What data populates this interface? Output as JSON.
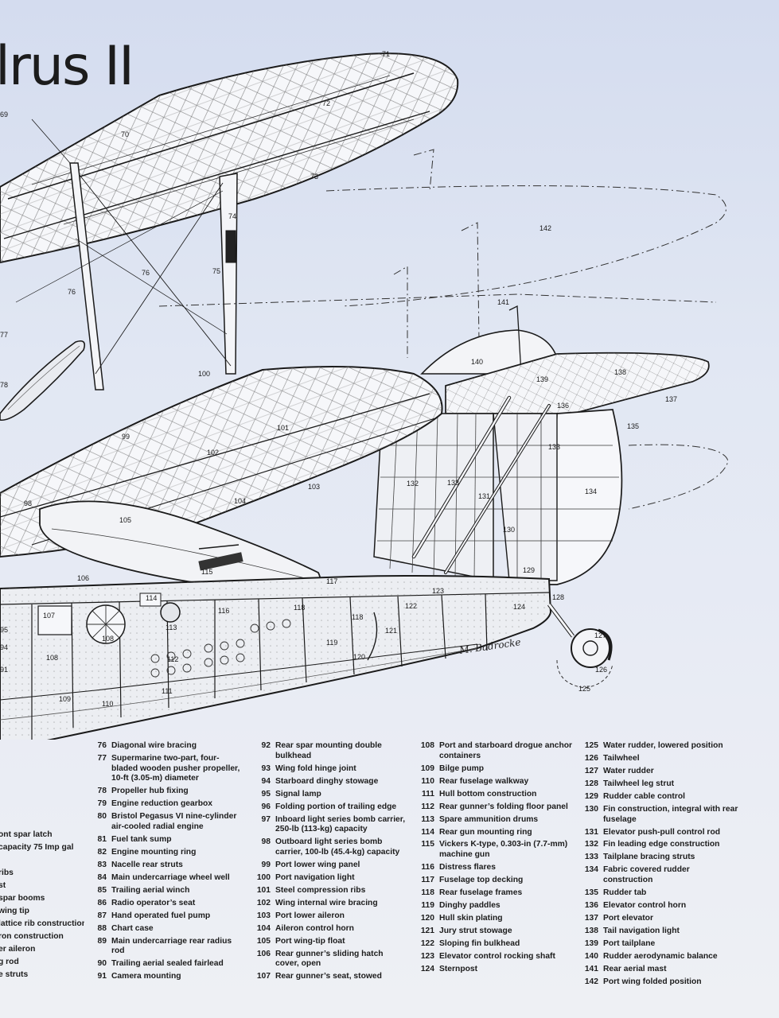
{
  "title": "lrus II",
  "artist_signature": "M. Badrocke",
  "callouts": [
    "69",
    "70",
    "71",
    "72",
    "73",
    "74",
    "75",
    "76",
    "76",
    "77",
    "78",
    "98",
    "99",
    "100",
    "101",
    "102",
    "103",
    "104",
    "105",
    "106",
    "107",
    "108",
    "108",
    "109",
    "110",
    "111",
    "112",
    "113",
    "114",
    "115",
    "116",
    "117",
    "118",
    "118",
    "119",
    "120",
    "121",
    "122",
    "123",
    "124",
    "125",
    "126",
    "127",
    "128",
    "129",
    "130",
    "131",
    "132",
    "133",
    "133",
    "134",
    "135",
    "136",
    "137",
    "138",
    "139",
    "140",
    "141",
    "142",
    "95",
    "94",
    "91"
  ],
  "key_partial": [
    {
      "label": "ont spar latch"
    },
    {
      "label": "capacity 75 Imp gal"
    },
    {
      "label": ""
    },
    {
      "label": "ribs"
    },
    {
      "label": "st"
    },
    {
      "label": "spar booms"
    },
    {
      "label": "wing tip"
    },
    {
      "label": "lattice rib construction"
    },
    {
      "label": "ron construction"
    },
    {
      "label": "er aileron"
    },
    {
      "label": "g rod"
    },
    {
      "label": "e struts"
    }
  ],
  "key_columns": [
    [
      {
        "num": "76",
        "label": "Diagonal wire bracing"
      },
      {
        "num": "77",
        "label": "Supermarine two-part, four-bladed wooden pusher propeller, 10-ft (3.05-m) diameter"
      },
      {
        "num": "78",
        "label": "Propeller hub fixing"
      },
      {
        "num": "79",
        "label": "Engine reduction gearbox"
      },
      {
        "num": "80",
        "label": "Bristol Pegasus VI nine-cylinder air-cooled radial engine"
      },
      {
        "num": "81",
        "label": "Fuel tank sump"
      },
      {
        "num": "82",
        "label": "Engine mounting ring"
      },
      {
        "num": "83",
        "label": "Nacelle rear struts"
      },
      {
        "num": "84",
        "label": "Main undercarriage wheel well"
      },
      {
        "num": "85",
        "label": "Trailing aerial winch"
      },
      {
        "num": "86",
        "label": "Radio operator’s seat"
      },
      {
        "num": "87",
        "label": "Hand operated fuel pump"
      },
      {
        "num": "88",
        "label": "Chart case"
      },
      {
        "num": "89",
        "label": "Main undercarriage rear radius rod"
      },
      {
        "num": "90",
        "label": "Trailing aerial sealed fairlead"
      },
      {
        "num": "91",
        "label": "Camera mounting"
      }
    ],
    [
      {
        "num": "92",
        "label": "Rear spar mounting double bulkhead"
      },
      {
        "num": "93",
        "label": "Wing fold hinge joint"
      },
      {
        "num": "94",
        "label": "Starboard dinghy stowage"
      },
      {
        "num": "95",
        "label": "Signal lamp"
      },
      {
        "num": "96",
        "label": "Folding portion of trailing edge"
      },
      {
        "num": "97",
        "label": "Inboard light series bomb carrier, 250-lb (113-kg) capacity"
      },
      {
        "num": "98",
        "label": "Outboard light series bomb carrier, 100-lb (45.4-kg) capacity"
      },
      {
        "num": "99",
        "label": "Port lower wing panel"
      },
      {
        "num": "100",
        "label": "Port navigation light"
      },
      {
        "num": "101",
        "label": "Steel compression ribs"
      },
      {
        "num": "102",
        "label": "Wing internal wire bracing"
      },
      {
        "num": "103",
        "label": "Port lower aileron"
      },
      {
        "num": "104",
        "label": "Aileron control horn"
      },
      {
        "num": "105",
        "label": "Port wing-tip float"
      },
      {
        "num": "106",
        "label": "Rear gunner’s sliding hatch cover, open"
      },
      {
        "num": "107",
        "label": "Rear gunner’s seat, stowed"
      }
    ],
    [
      {
        "num": "108",
        "label": "Port and starboard drogue anchor containers"
      },
      {
        "num": "109",
        "label": "Bilge pump"
      },
      {
        "num": "110",
        "label": "Rear fuselage walkway"
      },
      {
        "num": "111",
        "label": "Hull bottom construction"
      },
      {
        "num": "112",
        "label": "Rear gunner’s folding floor panel"
      },
      {
        "num": "113",
        "label": "Spare ammunition drums"
      },
      {
        "num": "114",
        "label": "Rear gun mounting ring"
      },
      {
        "num": "115",
        "label": "Vickers K-type, 0.303-in (7.7-mm) machine gun"
      },
      {
        "num": "116",
        "label": "Distress flares"
      },
      {
        "num": "117",
        "label": "Fuselage top decking"
      },
      {
        "num": "118",
        "label": "Rear fuselage frames"
      },
      {
        "num": "119",
        "label": "Dinghy paddles"
      },
      {
        "num": "120",
        "label": "Hull skin plating"
      },
      {
        "num": "121",
        "label": "Jury strut stowage"
      },
      {
        "num": "122",
        "label": "Sloping fin bulkhead"
      },
      {
        "num": "123",
        "label": "Elevator control rocking shaft"
      },
      {
        "num": "124",
        "label": "Sternpost"
      }
    ],
    [
      {
        "num": "125",
        "label": "Water rudder, lowered position"
      },
      {
        "num": "126",
        "label": "Tailwheel"
      },
      {
        "num": "127",
        "label": "Water rudder"
      },
      {
        "num": "128",
        "label": "Tailwheel leg strut"
      },
      {
        "num": "129",
        "label": "Rudder cable control"
      },
      {
        "num": "130",
        "label": "Fin construction, integral with rear fuselage"
      },
      {
        "num": "131",
        "label": "Elevator push-pull control rod"
      },
      {
        "num": "132",
        "label": "Fin leading edge construction"
      },
      {
        "num": "133",
        "label": "Tailplane bracing struts"
      },
      {
        "num": "134",
        "label": "Fabric covered rudder construction"
      },
      {
        "num": "135",
        "label": "Rudder tab"
      },
      {
        "num": "136",
        "label": "Elevator control horn"
      },
      {
        "num": "137",
        "label": "Port elevator"
      },
      {
        "num": "138",
        "label": "Tail navigation light"
      },
      {
        "num": "139",
        "label": "Port tailplane"
      },
      {
        "num": "140",
        "label": "Rudder aerodynamic balance"
      },
      {
        "num": "141",
        "label": "Rear aerial mast"
      },
      {
        "num": "142",
        "label": "Port wing folded position"
      }
    ]
  ]
}
